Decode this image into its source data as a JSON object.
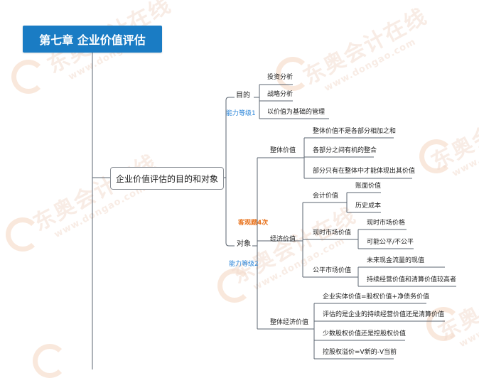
{
  "title": "第七章  企业价值评估",
  "main_topic": "企业价值评估的目的和对象",
  "purpose": {
    "label": "目的",
    "tag": "能力等级1",
    "items": [
      "投资分析",
      "战略分析",
      "以价值为基础的管理"
    ]
  },
  "object": {
    "label": "对象",
    "tag_exam": "客观题4次",
    "tag_level": "能力等级2",
    "overall_value": {
      "label": "整体价值",
      "items": [
        "整体价值不是各部分相加之和",
        "各部分之间有机的整合",
        "部分只有在整体中才能体现出其价值"
      ]
    },
    "economic_value": {
      "label": "经济价值",
      "accounting": {
        "label": "会计价值",
        "items": [
          "账面价值",
          "历史成本"
        ]
      },
      "current_market": {
        "label": "现时市场价值",
        "items": [
          "现时市场价格",
          "可能公平/不公平"
        ]
      },
      "fair_market": {
        "label": "公平市场价值",
        "items": [
          "未来现金流量的现值",
          "持续经营价值和清算价值较高者"
        ]
      }
    },
    "overall_economic_value": {
      "label": "整体经济价值",
      "items": [
        "企业实体价值=股权价值+净债务价值",
        "评估的是企业的持续经营价值还是清算价值",
        "少数股权价值还是控股权价值",
        "控股权溢价=V新的-V当前"
      ]
    }
  },
  "watermark": {
    "cn": "东奥会计在线",
    "en": "www.dongao.com"
  },
  "colors": {
    "title_bg": "#1a7cc4",
    "line": "#5b6570",
    "tag_blue": "#2c86d9",
    "tag_orange": "#e8721c"
  }
}
